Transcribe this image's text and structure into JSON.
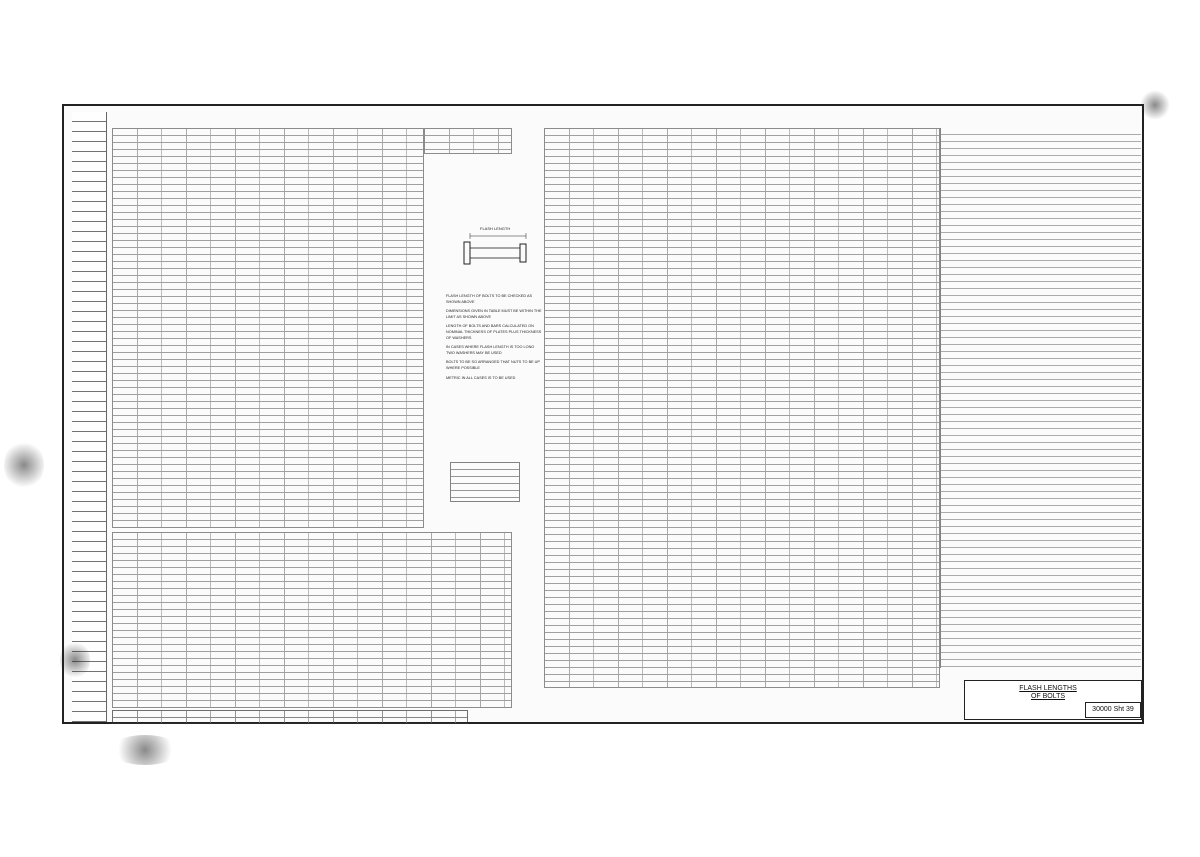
{
  "drawing": {
    "title_line1": "FLASH LENGTHS",
    "title_line2": "OF BOLTS",
    "drawing_number": "30000 Sht 39"
  },
  "figure": {
    "label": "FLASH LENGTH"
  },
  "notes": [
    "FLASH LENGTH OF BOLTS TO BE CHECKED AS SHOWN ABOVE",
    "DIMENSIONS GIVEN IN TABLE MUST BE WITHIN THE LIMIT AS SHOWN ABOVE",
    "LENGTH OF BOLTS AND BARS CALCULATED ON NOMINAL THICKNESS OF PLATES PLUS THICKNESS OF WASHERS",
    "IN CASES WHERE FLASH LENGTH IS TOO LONG TWO WASHERS MAY BE USED",
    "BOLTS TO BE SO ARRANGED THAT NUTS TO BE UP WHERE POSSIBLE",
    "METRIC IN ALL CASES IS TO BE USED"
  ]
}
